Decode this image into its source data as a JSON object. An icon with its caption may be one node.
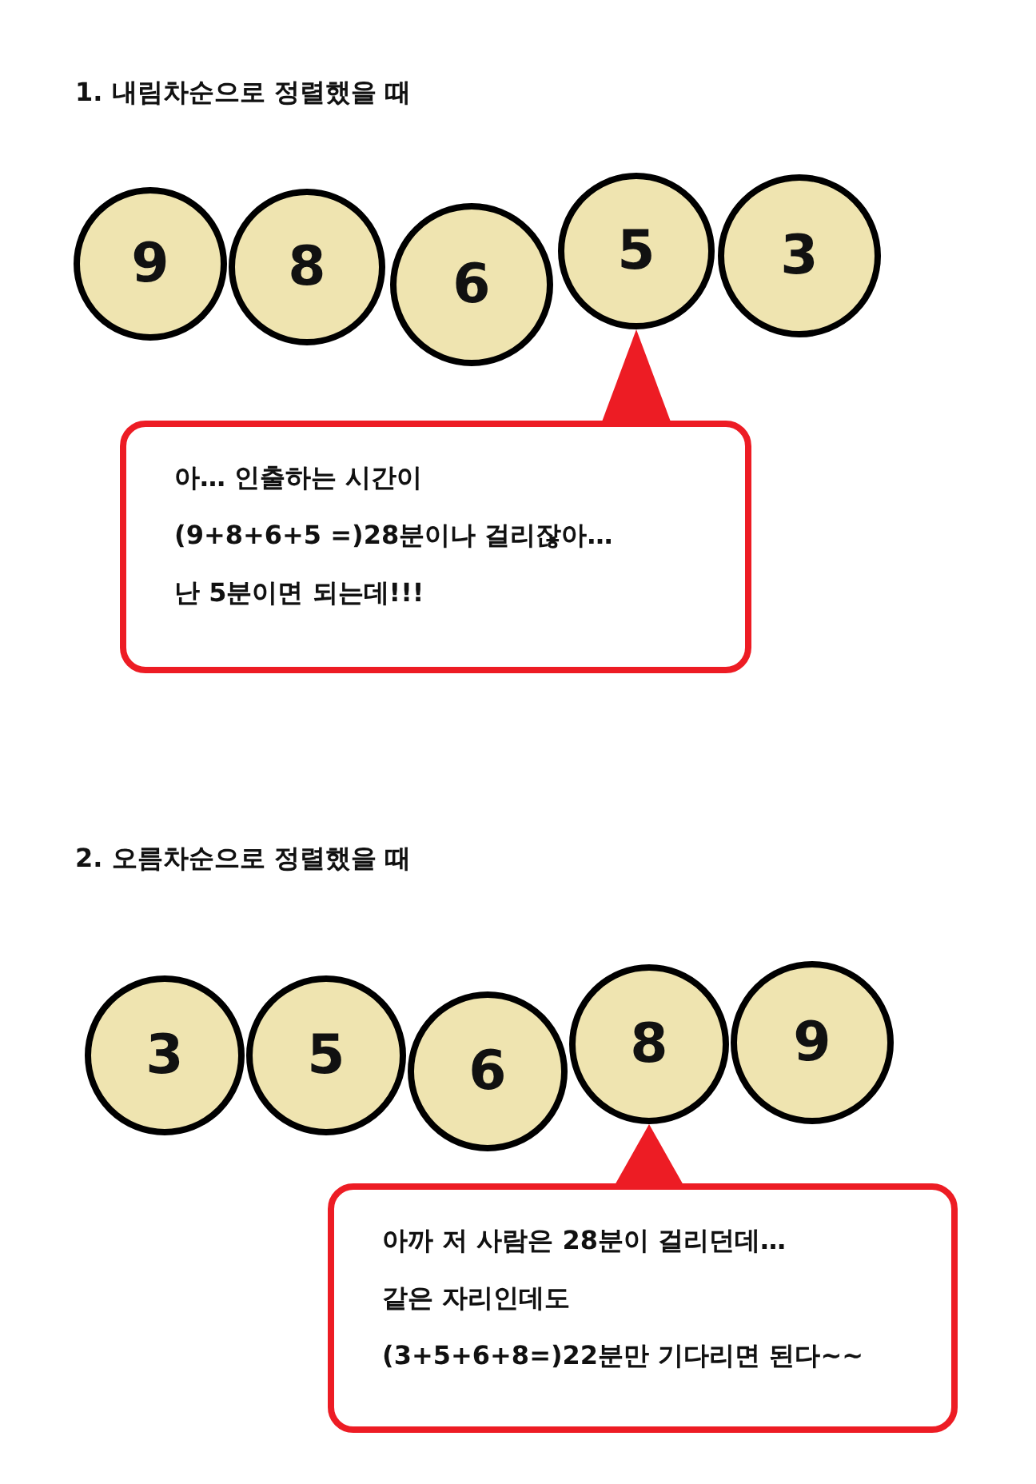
{
  "diagram": {
    "nodes": [
      {
        "text": [
          "9"
        ]
      },
      {
        "text": [
          "8"
        ]
      },
      {
        "text": [
          "6"
        ]
      },
      {
        "text": [
          "5"
        ]
      },
      {
        "text": [
          "3"
        ]
      },
      {
        "text": [
          "아… 인출하는 시간이",
          "(9+8+6+5 =)28분이나 걸리잖아…",
          "난 5분이면 되는데!!!"
        ]
      },
      {
        "text": [
          "3"
        ]
      },
      {
        "text": [
          "5"
        ]
      },
      {
        "text": [
          "6"
        ]
      },
      {
        "text": [
          "8"
        ]
      },
      {
        "text": [
          "9"
        ]
      },
      {
        "text": [
          "아까 저 사람은 28분이 걸리던데…",
          "같은 자리인데도",
          "(3+5+6+8=)22분만 기다리면 된다~~"
        ]
      }
    ],
    "edges": [
      {
        "from": 5,
        "to": 3,
        "arrow": "to",
        "color": "#ed1c24"
      },
      {
        "from": 11,
        "to": 9,
        "arrow": "to",
        "color": "#ed1c24"
      }
    ],
    "labels": [
      "1. 내림차순으로 정렬했을 때",
      "2. 오름차순으로 정렬했을 때"
    ]
  }
}
